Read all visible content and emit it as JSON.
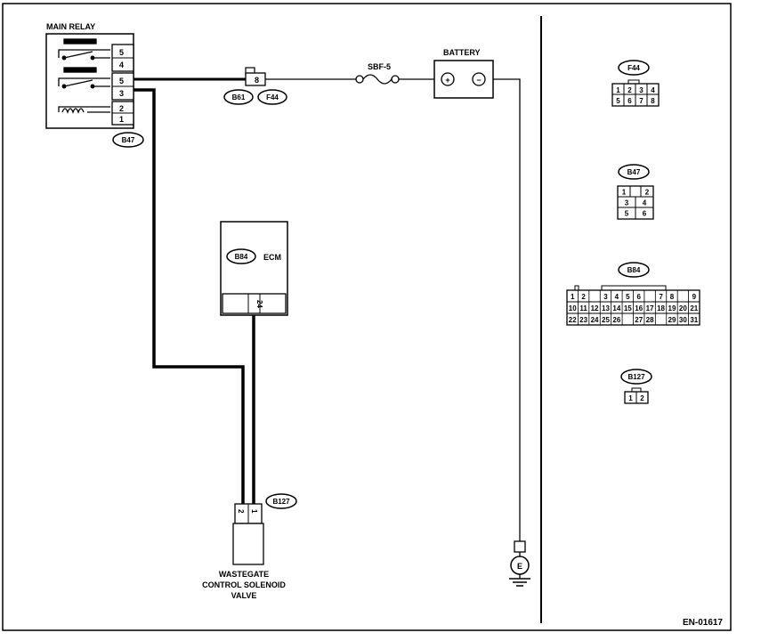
{
  "diagram": {
    "main_relay": {
      "title": "MAIN RELAY",
      "pins": [
        "5",
        "4",
        "5",
        "3",
        "2",
        "1"
      ],
      "connector": "B47"
    },
    "fuse_connector": {
      "pin": "8",
      "connectors": [
        "B61",
        "F44"
      ]
    },
    "fuse": {
      "label": "SBF-5"
    },
    "battery": {
      "label": "BATTERY",
      "plus": "+",
      "minus": "−"
    },
    "ecm": {
      "label": "ECM",
      "connector": "B84",
      "pin": "24"
    },
    "solenoid": {
      "connector": "B127",
      "pins": [
        "2",
        "1"
      ],
      "label_lines": [
        "WASTEGATE",
        "CONTROL SOLENOID",
        "VALVE"
      ]
    },
    "ground": {
      "label": "E"
    },
    "connector_views": {
      "f44": {
        "name": "F44",
        "rows": [
          [
            "1",
            "2",
            "3",
            "4"
          ],
          [
            "5",
            "6",
            "7",
            "8"
          ]
        ]
      },
      "b47": {
        "name": "B47",
        "rows": [
          [
            "1",
            "",
            "2"
          ],
          [
            "3",
            "4"
          ],
          [
            "5",
            "6"
          ]
        ]
      },
      "b84": {
        "name": "B84",
        "row1": [
          "1",
          "2",
          "3",
          "4",
          "5",
          "6",
          "7",
          "8",
          "9"
        ],
        "row2": [
          "10",
          "11",
          "12",
          "13",
          "14",
          "15",
          "16",
          "17",
          "18",
          "19",
          "20",
          "21"
        ],
        "row3": [
          "22",
          "23",
          "24",
          "25",
          "26",
          "27",
          "28",
          "29",
          "30",
          "31"
        ]
      },
      "b127": {
        "name": "B127",
        "pins": [
          "1",
          "2"
        ]
      }
    },
    "figure_id": "EN-01617"
  }
}
